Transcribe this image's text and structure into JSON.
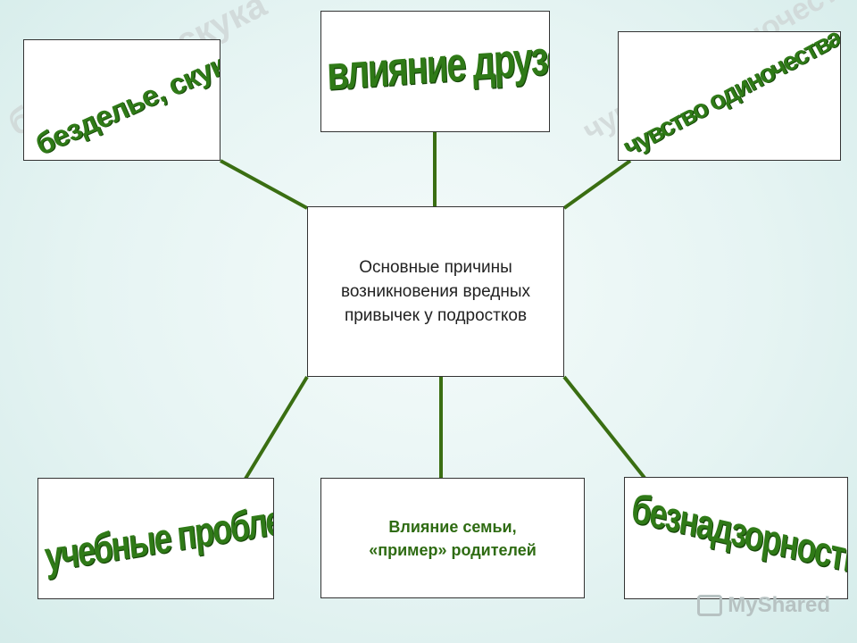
{
  "center": {
    "text": "Основные причины возникновения вредных привычек у подростков"
  },
  "causes": {
    "idleness": "безделье, скука",
    "friends": "влияние друзей",
    "loneliness": "чувство одиночества",
    "study": "учебные проблемы",
    "family": "Влияние семьи, «пример» родителей",
    "neglect": "безнадзорность"
  },
  "watermark": "MyShared",
  "colors": {
    "connector": "#3a6e12",
    "accent_text": "#2f7a17"
  }
}
